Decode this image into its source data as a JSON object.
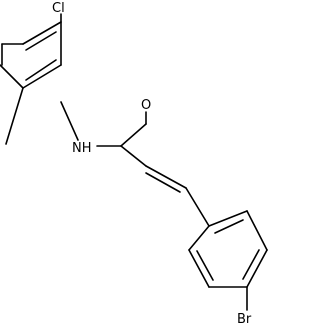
{
  "structure": {
    "atoms": {
      "chlorine": "Cl",
      "nitrogen_h": "NH",
      "oxygen": "O",
      "bromine": "Br"
    }
  },
  "colors": {
    "bond": "#000000",
    "label": "#000000",
    "background": "#ffffff"
  }
}
